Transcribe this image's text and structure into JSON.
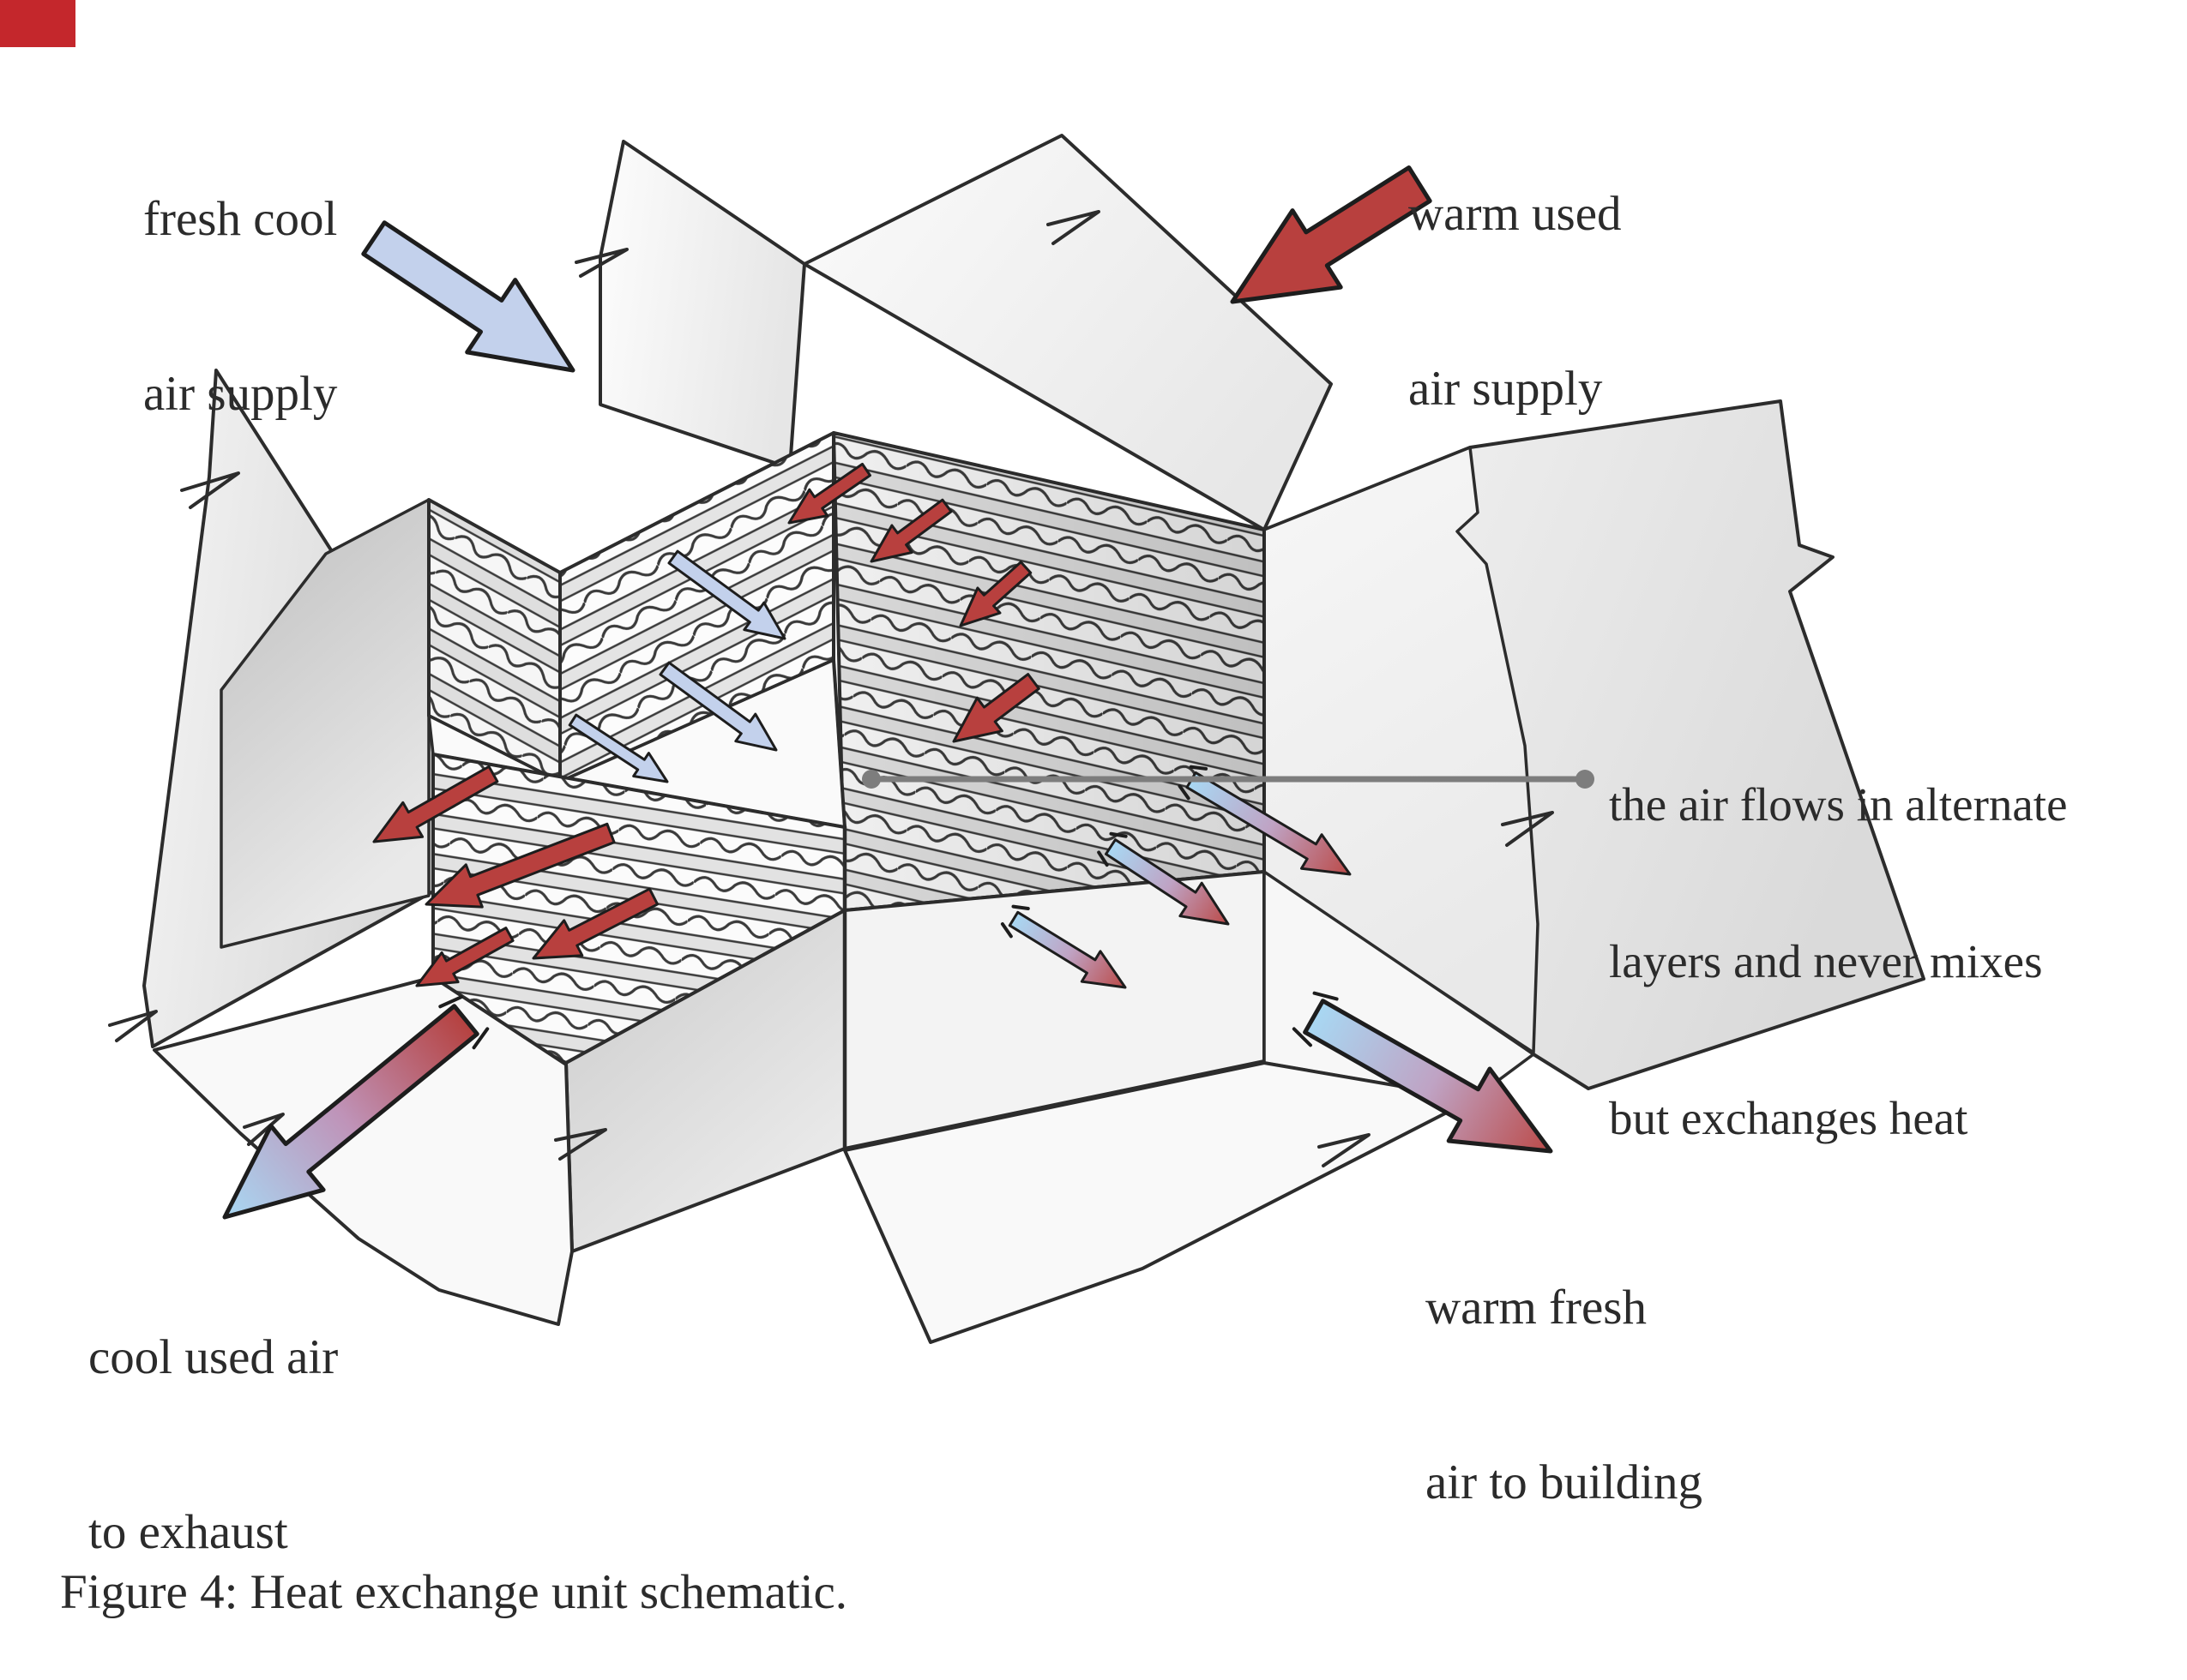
{
  "figure": {
    "caption": "Figure 4: Heat exchange unit schematic.",
    "labels": {
      "fresh_cool": {
        "line1": "fresh cool",
        "line2": "air supply"
      },
      "warm_used": {
        "line1": "warm used",
        "line2": "air supply"
      },
      "cool_used": {
        "line1": "cool used air",
        "line2": "to exhaust"
      },
      "warm_fresh": {
        "line1": "warm fresh",
        "line2": "air to building"
      },
      "annotation": {
        "line1": "the air flows in alternate",
        "line2": "layers and never mixes",
        "line3": "but exchanges heat"
      }
    },
    "colors": {
      "cool_arrow": "#c3d1ec",
      "warm_arrow": "#b8403e",
      "cool_light": "#a8d8f3",
      "ink": "#2c2c2c",
      "arrow_outline": "#1d1d1d",
      "leader": "#7d7d7d",
      "text": "#2b2b2b",
      "corner_mark": "#c4272c",
      "plate_band": "#e4e4e4",
      "wall_light": "#f2f2f2",
      "wall_shade": "#c9c9c9"
    }
  }
}
